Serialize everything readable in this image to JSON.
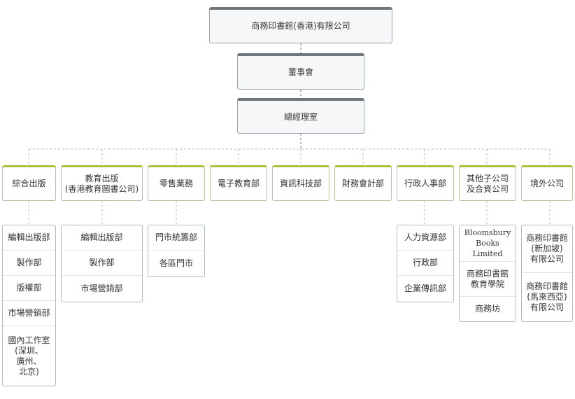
{
  "top": {
    "company": "商務印書館(香港)有限公司",
    "board": "董事會",
    "gm_office": "總經理室"
  },
  "departments": [
    {
      "label": "綜合出版",
      "subs": [
        "編輯出版部",
        "製作部",
        "版權部",
        "市場營銷部",
        "國內工作室\n(深圳、\n廣州、\n北京)"
      ]
    },
    {
      "label": "教育出版\n(香港教育圖書公司)",
      "subs": [
        "編輯出版部",
        "製作部",
        "市場營銷部"
      ]
    },
    {
      "label": "零售業務",
      "subs": [
        "門市統籌部",
        "各區門市"
      ]
    },
    {
      "label": "電子教育部",
      "subs": []
    },
    {
      "label": "資訊科技部",
      "subs": []
    },
    {
      "label": "財務會計部",
      "subs": []
    },
    {
      "label": "行政人事部",
      "subs": [
        "人力資源部",
        "行政部",
        "企業傳訊部"
      ]
    },
    {
      "label": "其他子公司\n及合資公司",
      "subs": [
        "Bloomsbury\nBooks Limited",
        "商務印書館\n教育學院",
        "商務坊"
      ]
    },
    {
      "label": "境外公司",
      "subs": [
        "商務印書館\n(新加坡)\n有限公司",
        "商務印書館\n(馬來西亞)\n有限公司"
      ]
    }
  ]
}
